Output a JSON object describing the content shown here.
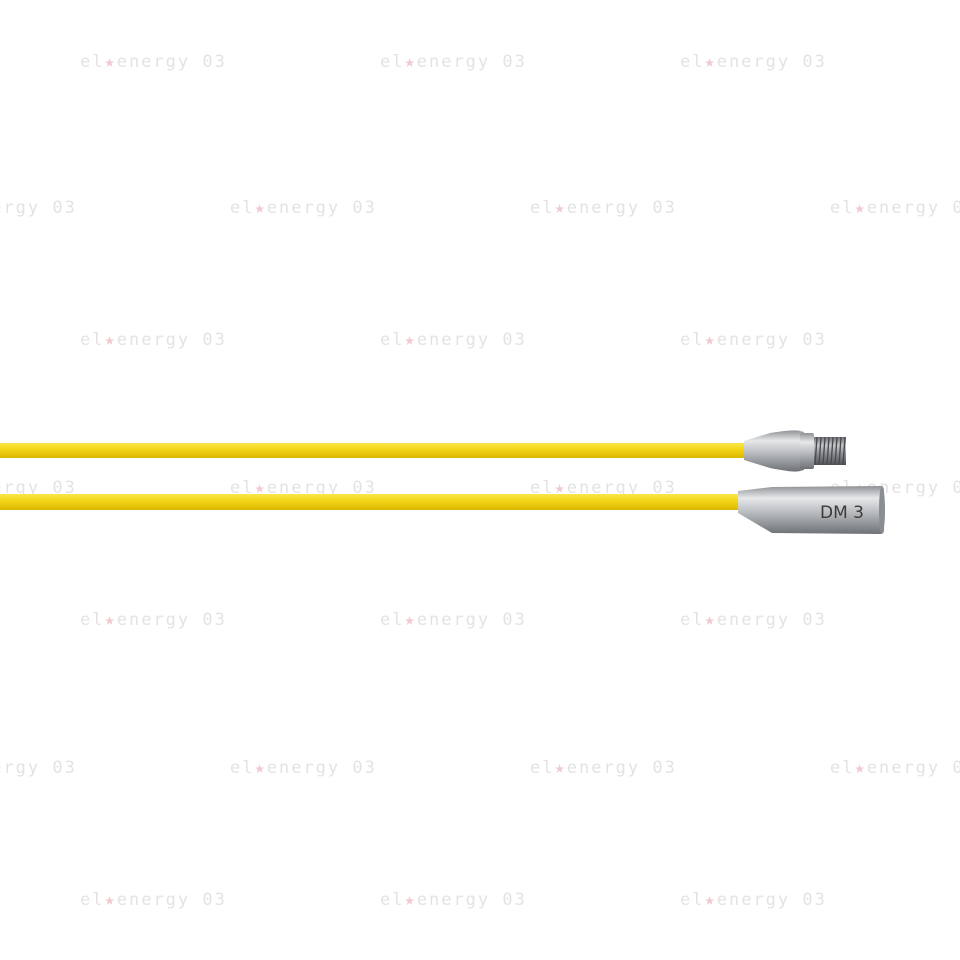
{
  "image": {
    "subject": "Two yellow fiberglass rods with metal end fittings",
    "background_color": "#ffffff",
    "rod_color": "#f4d81c",
    "metal_color": "#b9bcbf"
  },
  "watermark": {
    "prefix": "el",
    "suffix": "energy 03",
    "star": "★"
  },
  "fittings": {
    "upper": {
      "type": "threaded-male-end"
    },
    "lower": {
      "type": "cylindrical-female-end",
      "engraving": "DM 3"
    }
  }
}
